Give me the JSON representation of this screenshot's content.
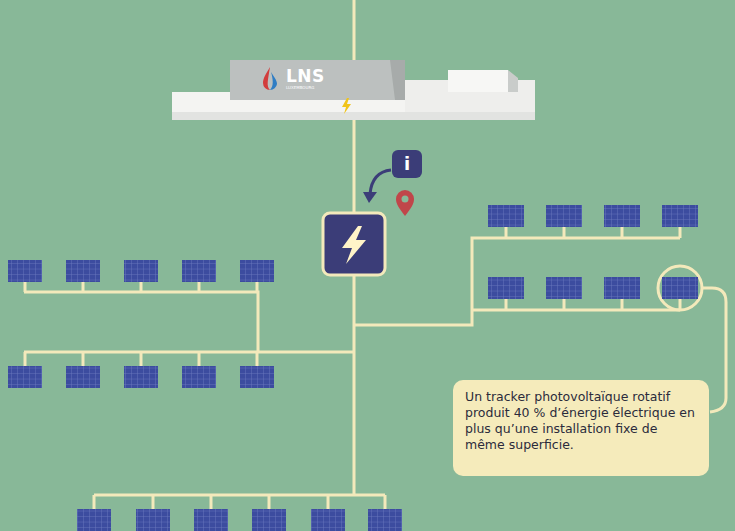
{
  "diagram": {
    "nodes": [
      {
        "text": [
          "LNS",
          "LUXEMBOURG"
        ]
      },
      {
        "text": [
          "i"
        ]
      },
      {
        "text": [
          "Un tracker photovoltaïque rotatif produit 40 % d’énergie électrique en plus qu’une installation fixe de même superficie."
        ]
      }
    ]
  }
}
